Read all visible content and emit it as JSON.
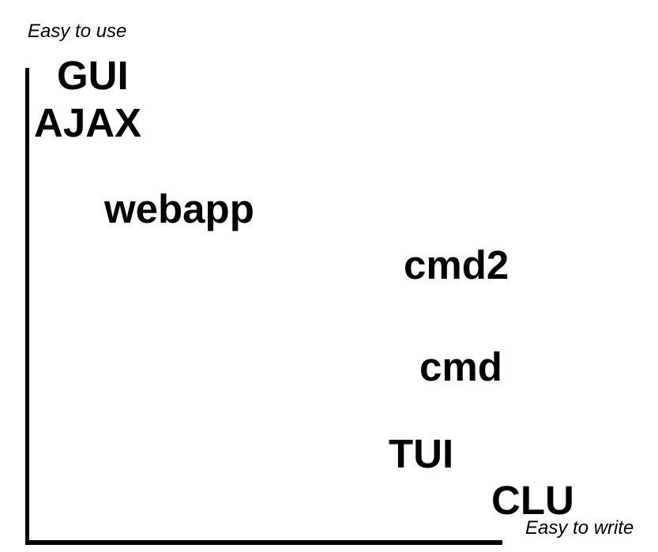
{
  "diagram": {
    "y_axis_label": "Easy to use",
    "x_axis_label": "Easy to write",
    "colors": {
      "ink": "#000000",
      "background": "#ffffff"
    },
    "items": [
      {
        "label": "GUI"
      },
      {
        "label": "AJAX"
      },
      {
        "label": "webapp"
      },
      {
        "label": "cmd2"
      },
      {
        "label": "cmd"
      },
      {
        "label": "TUI"
      },
      {
        "label": "CLU"
      }
    ]
  }
}
